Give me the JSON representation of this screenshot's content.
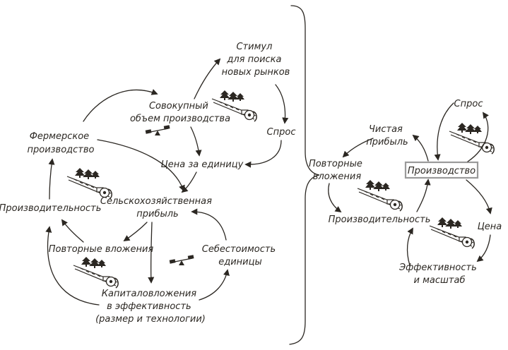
{
  "left_diagram": {
    "nodes": {
      "stimulus": [
        "Стимул",
        "для поиска",
        "новых рынков"
      ],
      "total_output": [
        "Совокупный",
        "объем производства"
      ],
      "demand": [
        "Спрос"
      ],
      "farm_production": [
        "Фермерское",
        "производство"
      ],
      "unit_price": [
        "Цена за единицу"
      ],
      "productivity": [
        "Производительность"
      ],
      "agri_profit": [
        "Сельскохозяйственная",
        "прибыль"
      ],
      "reinvestment": [
        "Повторные вложения"
      ],
      "unit_cost": [
        "Себестоимость",
        "единицы"
      ],
      "capex": [
        "Капиталовложения",
        "в эффективность",
        "(размер и технологии)"
      ]
    }
  },
  "right_diagram": {
    "nodes": {
      "demand": [
        "Спрос"
      ],
      "net_profit": [
        "Чистая",
        "прибыль"
      ],
      "reinvestment": [
        "Повторные",
        "вложения"
      ],
      "production": [
        "Производство"
      ],
      "productivity": [
        "Производительность"
      ],
      "price": [
        "Цена"
      ],
      "efficiency_scale": [
        "Эффективность",
        "и масштаб"
      ]
    }
  },
  "icons": {
    "tractor": "snowplow-tractor-icon",
    "scales": "balance-scale-icon",
    "brace": "curly-brace"
  },
  "colors": {
    "ink": "#2b2722",
    "highlight_border": "#9a9a9a"
  }
}
